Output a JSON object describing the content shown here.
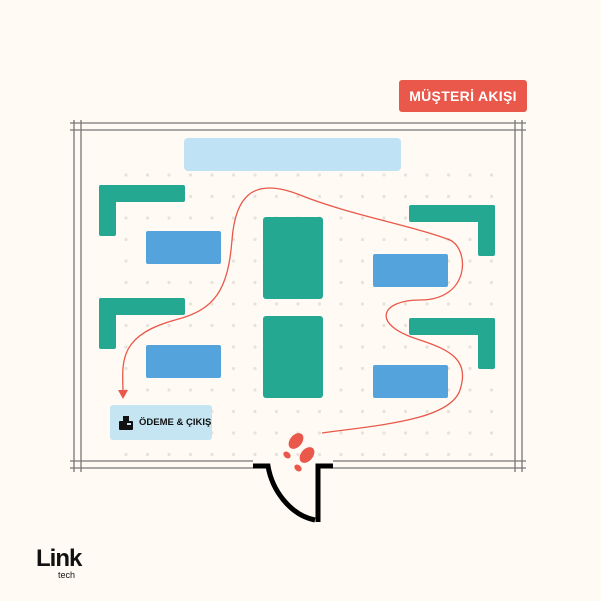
{
  "title": "MÜŞTERİ AKIŞI",
  "checkout_label": "ÖDEME & ÇIKIŞ",
  "logo": {
    "main": "Link",
    "sub": "tech"
  },
  "colors": {
    "accent": "#e9584a",
    "shelf": "#24a891",
    "table": "#55a3dd",
    "banner": "#bfe3f5",
    "background": "#fffbf4"
  }
}
